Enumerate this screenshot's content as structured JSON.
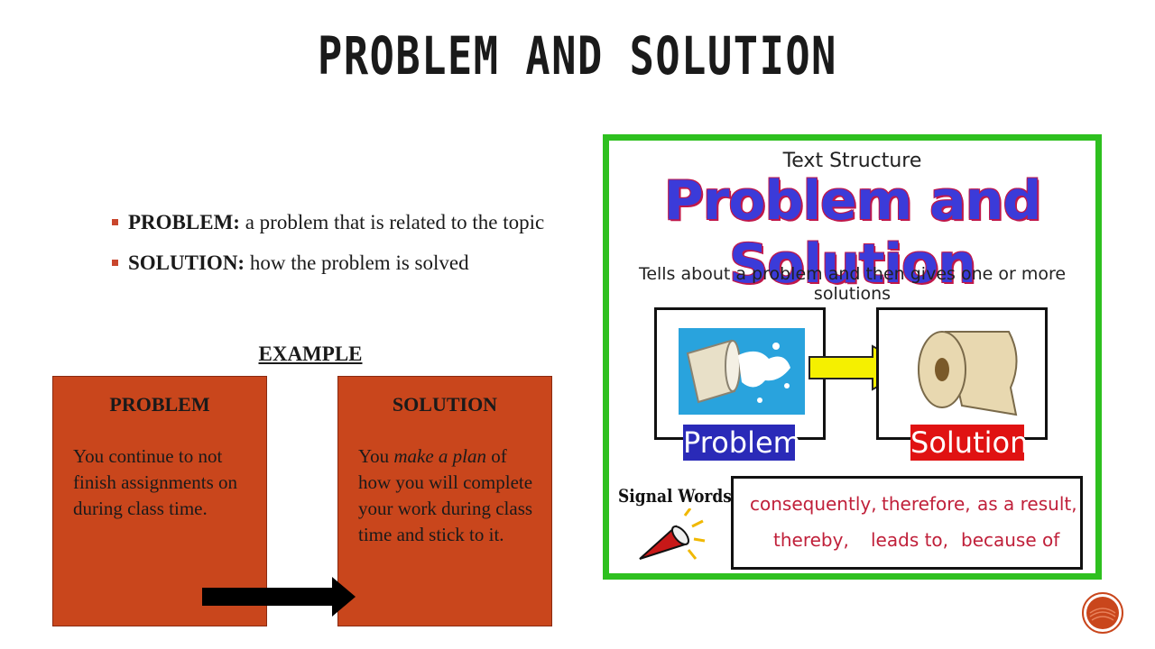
{
  "slide": {
    "title": "PROBLEM AND SOLUTION",
    "bullets": [
      {
        "term": "PROBLEM:",
        "text": " a problem that is related to the topic"
      },
      {
        "term": "SOLUTION:",
        "text": " how the problem is solved"
      }
    ],
    "example_label": "EXAMPLE",
    "problem_box": {
      "heading": "PROBLEM",
      "body": "You continue to not finish assignments on during class time."
    },
    "solution_box": {
      "heading": "SOLUTION",
      "body_pre": "You ",
      "body_emph": "make a plan",
      "body_post": " of how you will complete your work during class time and stick to it."
    }
  },
  "poster": {
    "subtitle": "Text Structure",
    "title": "Problem and Solution",
    "tagline": "Tells about a problem and then gives one or more solutions",
    "problem_tag": "Problem",
    "solution_tag": "Solution",
    "signal_title": "Signal Words",
    "signal_words": [
      "consequently,",
      "therefore,",
      "as a result,",
      "thereby,",
      "leads to,",
      "because of"
    ],
    "colors": {
      "frame": "#2ec01f",
      "title": "#3b3bd9",
      "problem_tag": "#2a2ab8",
      "solution_tag": "#e01212",
      "signal_word": "#c0203a"
    }
  },
  "colors": {
    "box": "#c9461c",
    "bullet_mark": "#c9462d"
  },
  "icons": [
    "milk-glass-icon",
    "paper-towel-icon",
    "megaphone-icon",
    "nav-circle-icon"
  ]
}
